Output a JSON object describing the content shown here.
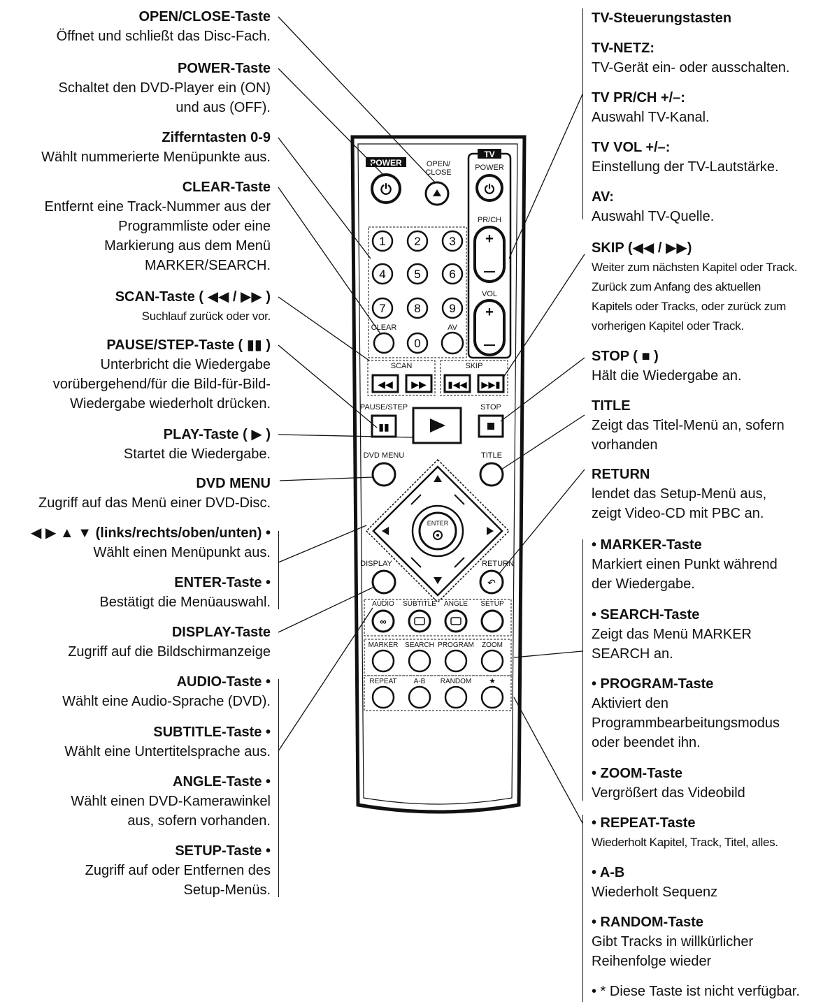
{
  "left": [
    {
      "title": "OPEN/CLOSE-Taste",
      "desc": [
        "Öffnet und schließt das Disc-Fach."
      ]
    },
    {
      "title": "POWER-Taste",
      "desc": [
        "Schaltet den DVD-Player ein (ON)",
        "und aus (OFF)."
      ]
    },
    {
      "title": "Zifferntasten 0-9",
      "desc": [
        "Wählt nummerierte Menüpunkte aus."
      ]
    },
    {
      "title": "CLEAR-Taste",
      "desc": [
        "Entfernt eine Track-Nummer aus der",
        "Programmliste oder eine",
        "Markierung aus dem Menü",
        "MARKER/SEARCH."
      ]
    },
    {
      "title": "SCAN-Taste ( ◀◀ / ▶▶ )",
      "desc": [
        "Suchlauf zurück oder vor."
      ]
    },
    {
      "title": "PAUSE/STEP-Taste ( ▮▮ )",
      "desc": [
        "Unterbricht die Wiedergabe",
        "vorübergehend/für die Bild-für-Bild-",
        "Wiedergabe wiederholt drücken."
      ]
    },
    {
      "title": "PLAY-Taste ( ▶ )",
      "desc": [
        "Startet die Wiedergabe."
      ]
    },
    {
      "title": "DVD MENU",
      "desc": [
        "Zugriff auf das Menü einer DVD-Disc."
      ]
    },
    {
      "title": "◀ ▶ ▲ ▼ (links/rechts/oben/unten) •",
      "desc": [
        "Wählt einen Menüpunkt aus."
      ]
    },
    {
      "title": "ENTER-Taste •",
      "desc": [
        "Bestätigt die Menüauswahl."
      ]
    },
    {
      "title": "DISPLAY-Taste",
      "desc": [
        "Zugriff auf die Bildschirmanzeige"
      ]
    },
    {
      "title": "AUDIO-Taste •",
      "desc": [
        "Wählt eine Audio-Sprache (DVD)."
      ]
    },
    {
      "title": "SUBTITLE-Taste •",
      "desc": [
        "Wählt eine Untertitelsprache aus."
      ]
    },
    {
      "title": "ANGLE-Taste •",
      "desc": [
        "Wählt einen DVD-Kamerawinkel",
        "aus, sofern vorhanden."
      ]
    },
    {
      "title": "SETUP-Taste •",
      "desc": [
        "Zugriff auf oder Entfernen des",
        "Setup-Menüs."
      ]
    }
  ],
  "right": [
    {
      "title": "TV-Steuerungstasten",
      "desc": []
    },
    {
      "title": "TV-NETZ:",
      "desc": [
        "TV-Gerät ein- oder ausschalten."
      ]
    },
    {
      "title": "TV PR/CH +/–:",
      "desc": [
        "Auswahl TV-Kanal."
      ]
    },
    {
      "title": "TV VOL +/–:",
      "desc": [
        "Einstellung der TV-Lautstärke."
      ]
    },
    {
      "title": "AV:",
      "desc": [
        "Auswahl TV-Quelle."
      ]
    },
    {
      "title": "SKIP (◀◀ / ▶▶)",
      "desc": [
        "Weiter zum nächsten Kapitel oder Track.",
        "Zurück zum Anfang des aktuellen",
        "Kapitels oder Tracks, oder zurück zum",
        "vorherigen Kapitel oder Track."
      ]
    },
    {
      "title": "STOP ( ■ )",
      "desc": [
        "Hält die Wiedergabe an."
      ]
    },
    {
      "title": "TITLE",
      "desc": [
        "Zeigt das Titel-Menü an, sofern",
        "vorhanden"
      ]
    },
    {
      "title": "RETURN",
      "desc": [
        "lendet das Setup-Menü aus,",
        "zeigt Video-CD mit PBC an."
      ]
    },
    {
      "title": "• MARKER-Taste",
      "desc": [
        "Markiert einen Punkt während",
        "der Wiedergabe."
      ]
    },
    {
      "title": "• SEARCH-Taste",
      "desc": [
        "Zeigt das Menü MARKER",
        "SEARCH an."
      ]
    },
    {
      "title": "• PROGRAM-Taste",
      "desc": [
        "Aktiviert den",
        "Programmbearbeitungsmodus",
        "oder beendet ihn."
      ]
    },
    {
      "title": "• ZOOM-Taste",
      "desc": [
        "Vergrößert das Videobild"
      ]
    },
    {
      "title": "• REPEAT-Taste",
      "desc": [
        "Wiederholt Kapitel, Track, Titel, alles."
      ]
    },
    {
      "title": "• A-B",
      "desc": [
        "Wiederholt Sequenz"
      ]
    },
    {
      "title": "• RANDOM-Taste",
      "desc": [
        "Gibt Tracks in willkürlicher",
        "Reihenfolge wieder"
      ]
    },
    {
      "title": "",
      "desc": [
        "• * Diese Taste ist nicht verfügbar."
      ]
    }
  ],
  "remote": {
    "power": "POWER",
    "open_close_1": "OPEN/",
    "open_close_2": "CLOSE",
    "tv": "TV",
    "tv_power": "POWER",
    "prch": "PR/CH",
    "vol": "VOL",
    "av": "AV",
    "clear": "CLEAR",
    "scan": "SCAN",
    "skip": "SKIP",
    "pause_step": "PAUSE/STEP",
    "stop": "STOP",
    "dvd_menu": "DVD MENU",
    "title": "TITLE",
    "enter": "ENTER",
    "display": "DISPLAY",
    "return": "RETURN",
    "audio": "AUDIO",
    "subtitle": "SUBTITLE",
    "angle": "ANGLE",
    "setup": "SETUP",
    "marker": "MARKER",
    "search": "SEARCH",
    "program": "PROGRAM",
    "zoom": "ZOOM",
    "repeat": "REPEAT",
    "ab": "A-B",
    "random": "RANDOM",
    "star": "★",
    "digits": [
      "1",
      "2",
      "3",
      "4",
      "5",
      "6",
      "7",
      "8",
      "9",
      "0"
    ]
  }
}
